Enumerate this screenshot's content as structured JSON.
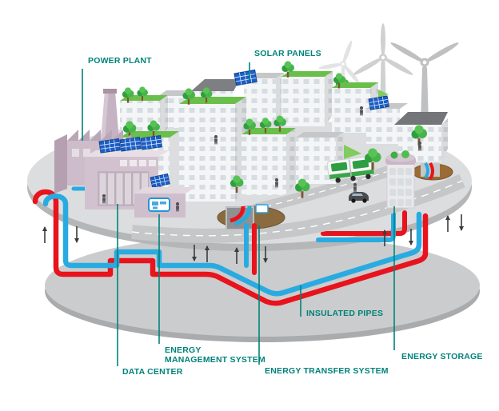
{
  "figure": {
    "labels": {
      "power_plant": "POWER PLANT",
      "solar_panels": "SOLAR PANELS",
      "insulated_pipes": "INSULATED PIPES",
      "energy_storage": "ENERGY STORAGE",
      "energy_transfer_system": "ENERGY TRANSFER SYSTEM",
      "energy_management_system": "ENERGY MANAGEMENT SYSTEM",
      "data_center": "DATA CENTER"
    },
    "colors": {
      "background": "#FFFFFF",
      "label_text": "#00837A",
      "leader_line": "#00837A",
      "pipe_hot": "#E8131C",
      "pipe_cold": "#29ABE2",
      "flow_arrow": "#3B3C3E",
      "platform_top": "#DCDDDE",
      "platform_rim": "#B5B6B8",
      "underground_top": "#CBCCCD",
      "underground_rim": "#A9ABAD",
      "power_plant_wall": "#CDBCCA",
      "solar_panel_blue": "#1B5EC6",
      "greenery": "#6ABF4B",
      "road_gray": "#C6C7C8"
    }
  }
}
